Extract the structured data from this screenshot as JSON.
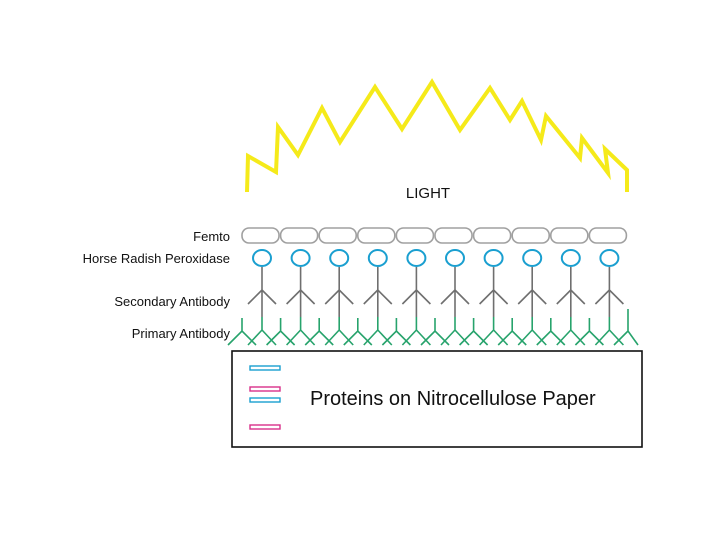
{
  "light_label": "LIGHT",
  "layer_labels": {
    "femto": "Femto",
    "hrp": "Horse Radish Peroxidase",
    "secondary": "Secondary Antibody",
    "primary": "Primary Antibody"
  },
  "paper_label": "Proteins on Nitrocellulose Paper",
  "repeat_count": 10,
  "colors": {
    "light": "#f5ea1a",
    "femto": "#a0a0a0",
    "hrp": "#1a9fd0",
    "secondary": "#6f6f6f",
    "primary": "#27a36c",
    "protein_blue": "#1a9fd0",
    "protein_pink": "#d9308a",
    "paper_border": "#111111"
  }
}
